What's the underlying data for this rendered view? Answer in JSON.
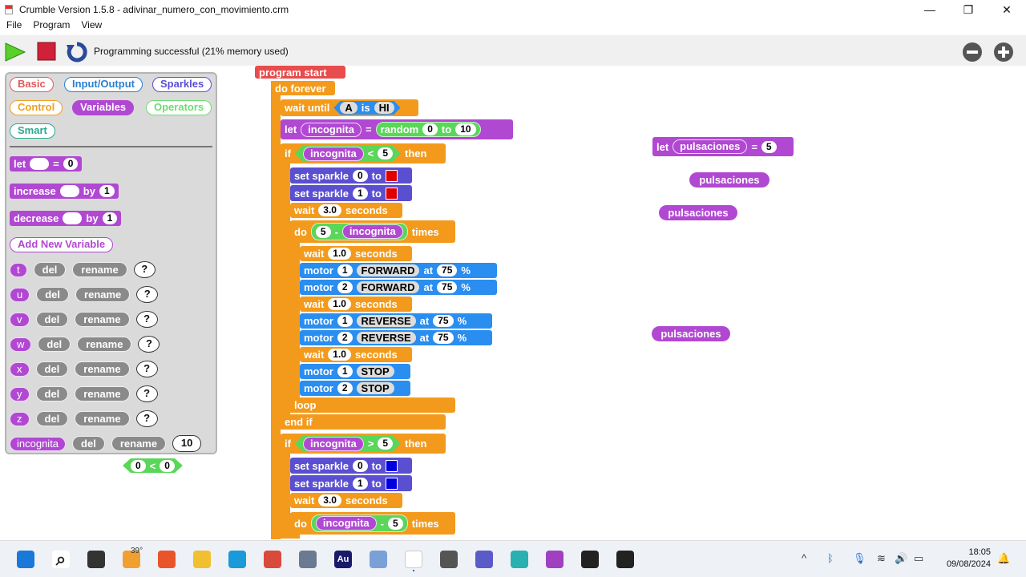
{
  "window": {
    "title": "Crumble Version 1.5.8 - adivinar_numero_con_movimiento.crm",
    "minimize": "—",
    "maximize": "❐",
    "close": "✕"
  },
  "menu": [
    "File",
    "Program",
    "View"
  ],
  "toolbar": {
    "status": "Programming successful (21% memory used)"
  },
  "palette": {
    "categories": [
      {
        "label": "Basic",
        "color": "#e05a5a"
      },
      {
        "label": "Input/Output",
        "color": "#2a7fd0"
      },
      {
        "label": "Sparkles",
        "color": "#5a4fd0"
      },
      {
        "label": "Control",
        "color": "#f0a020"
      },
      {
        "label": "Variables",
        "color": "#b148d2"
      },
      {
        "label": "Operators",
        "color": "#6fdc6f"
      },
      {
        "label": "Smart",
        "color": "#2aa890"
      }
    ],
    "let": {
      "t": "let",
      "eq": "=",
      "v": "0"
    },
    "increase": {
      "t": "increase",
      "by": "by",
      "v": "1"
    },
    "decrease": {
      "t": "decrease",
      "by": "by",
      "v": "1"
    },
    "add_new": "Add New Variable",
    "del": "del",
    "rename": "rename",
    "variables": [
      {
        "name": "t",
        "val": "?"
      },
      {
        "name": "u",
        "val": "?"
      },
      {
        "name": "v",
        "val": "?"
      },
      {
        "name": "w",
        "val": "?"
      },
      {
        "name": "x",
        "val": "?"
      },
      {
        "name": "y",
        "val": "?"
      },
      {
        "name": "z",
        "val": "?"
      },
      {
        "name": "incognita",
        "val": "10"
      }
    ],
    "compare": {
      "a": "0",
      "op": "<",
      "b": "0"
    }
  },
  "program": [
    {
      "cls": "red",
      "parts": [
        {
          "t": "program start"
        }
      ]
    },
    {
      "cls": "ctrl",
      "parts": [
        {
          "t": "do forever"
        }
      ]
    },
    {
      "cls": "ctrl",
      "parts": [
        {
          "t": "wait until"
        },
        {
          "hex": [
            {
              "g": "A"
            },
            {
              "t": "is"
            },
            {
              "g": "HI"
            }
          ]
        }
      ]
    },
    {
      "cls": "vars",
      "parts": [
        {
          "t": "let"
        },
        {
          "var": "incognita"
        },
        {
          "t": "="
        },
        {
          "grn": [
            {
              "t": "random"
            },
            {
              "v": "0"
            },
            {
              "t": "to"
            },
            {
              "v": "10"
            }
          ]
        }
      ]
    },
    {
      "cls": "ctrl",
      "parts": [
        {
          "t": "if"
        },
        {
          "hexg": [
            {
              "var": "incognita"
            },
            {
              "t": "<"
            },
            {
              "v": "5"
            }
          ]
        },
        {
          "t": "then"
        }
      ]
    },
    {
      "cls": "spk",
      "parts": [
        {
          "t": "set sparkle"
        },
        {
          "v": "0"
        },
        {
          "t": "to"
        },
        {
          "c": "#e00000"
        }
      ]
    },
    {
      "cls": "spk",
      "parts": [
        {
          "t": "set sparkle"
        },
        {
          "v": "1"
        },
        {
          "t": "to"
        },
        {
          "c": "#e00000"
        }
      ]
    },
    {
      "cls": "ctrl",
      "parts": [
        {
          "t": "wait"
        },
        {
          "v": "3.0"
        },
        {
          "t": "seconds"
        }
      ]
    },
    {
      "cls": "ctrl",
      "parts": [
        {
          "t": "do"
        },
        {
          "grn": [
            {
              "v": "5"
            },
            {
              "t": "-"
            },
            {
              "var": "incognita"
            }
          ]
        },
        {
          "t": "times"
        }
      ]
    },
    {
      "cls": "ctrl",
      "parts": [
        {
          "t": "wait"
        },
        {
          "v": "1.0"
        },
        {
          "t": "seconds"
        }
      ]
    },
    {
      "cls": "mot",
      "parts": [
        {
          "t": "motor"
        },
        {
          "v": "1"
        },
        {
          "g": "FORWARD"
        },
        {
          "t": "at"
        },
        {
          "v": "75"
        },
        {
          "t": "%"
        }
      ]
    },
    {
      "cls": "mot",
      "parts": [
        {
          "t": "motor"
        },
        {
          "v": "2"
        },
        {
          "g": "FORWARD"
        },
        {
          "t": "at"
        },
        {
          "v": "75"
        },
        {
          "t": "%"
        }
      ]
    },
    {
      "cls": "ctrl",
      "parts": [
        {
          "t": "wait"
        },
        {
          "v": "1.0"
        },
        {
          "t": "seconds"
        }
      ]
    },
    {
      "cls": "mot",
      "parts": [
        {
          "t": "motor"
        },
        {
          "v": "1"
        },
        {
          "g": "REVERSE"
        },
        {
          "t": "at"
        },
        {
          "v": "75"
        },
        {
          "t": "%"
        }
      ]
    },
    {
      "cls": "mot",
      "parts": [
        {
          "t": "motor"
        },
        {
          "v": "2"
        },
        {
          "g": "REVERSE"
        },
        {
          "t": "at"
        },
        {
          "v": "75"
        },
        {
          "t": "%"
        }
      ]
    },
    {
      "cls": "ctrl",
      "parts": [
        {
          "t": "wait"
        },
        {
          "v": "1.0"
        },
        {
          "t": "seconds"
        }
      ]
    },
    {
      "cls": "mot",
      "parts": [
        {
          "t": "motor"
        },
        {
          "v": "1"
        },
        {
          "g": "STOP"
        }
      ]
    },
    {
      "cls": "mot",
      "parts": [
        {
          "t": "motor"
        },
        {
          "v": "2"
        },
        {
          "g": "STOP"
        }
      ]
    },
    {
      "cls": "ctrl",
      "parts": [
        {
          "t": "loop"
        }
      ]
    },
    {
      "cls": "ctrl",
      "parts": [
        {
          "t": "end if"
        }
      ]
    },
    {
      "cls": "ctrl",
      "parts": [
        {
          "t": "if"
        },
        {
          "hexg": [
            {
              "var": "incognita"
            },
            {
              "t": ">"
            },
            {
              "v": "5"
            }
          ]
        },
        {
          "t": "then"
        }
      ]
    },
    {
      "cls": "spk",
      "parts": [
        {
          "t": "set sparkle"
        },
        {
          "v": "0"
        },
        {
          "t": "to"
        },
        {
          "c": "#0000e0"
        }
      ]
    },
    {
      "cls": "spk",
      "parts": [
        {
          "t": "set sparkle"
        },
        {
          "v": "1"
        },
        {
          "t": "to"
        },
        {
          "c": "#0000e0"
        }
      ]
    },
    {
      "cls": "ctrl",
      "parts": [
        {
          "t": "wait"
        },
        {
          "v": "3.0"
        },
        {
          "t": "seconds"
        }
      ]
    },
    {
      "cls": "ctrl",
      "parts": [
        {
          "t": "do"
        },
        {
          "grn": [
            {
              "var": "incognita"
            },
            {
              "t": "-"
            },
            {
              "v": "5"
            }
          ]
        },
        {
          "t": "times"
        }
      ]
    },
    {
      "cls": "vars",
      "parts": [
        {
          "t": "let"
        },
        {
          "var": "pulsaciones"
        },
        {
          "t": "="
        },
        {
          "v": "5"
        }
      ]
    },
    {
      "cls": "vars",
      "parts": [
        {
          "t": "pulsaciones"
        }
      ]
    },
    {
      "cls": "vars",
      "parts": [
        {
          "t": "pulsaciones"
        }
      ]
    },
    {
      "cls": "vars",
      "parts": [
        {
          "t": "pulsaciones"
        }
      ]
    }
  ],
  "taskbar": {
    "weather": "39°",
    "time": "18:05",
    "date": "09/08/2024",
    "apps": [
      "start",
      "search",
      "files-dark",
      "weather",
      "firefox",
      "explorer",
      "edge",
      "chrome",
      "settings",
      "Au",
      "app",
      "crumble",
      "gimp",
      "teams",
      "edu",
      "app2",
      "notes",
      "obs"
    ]
  }
}
